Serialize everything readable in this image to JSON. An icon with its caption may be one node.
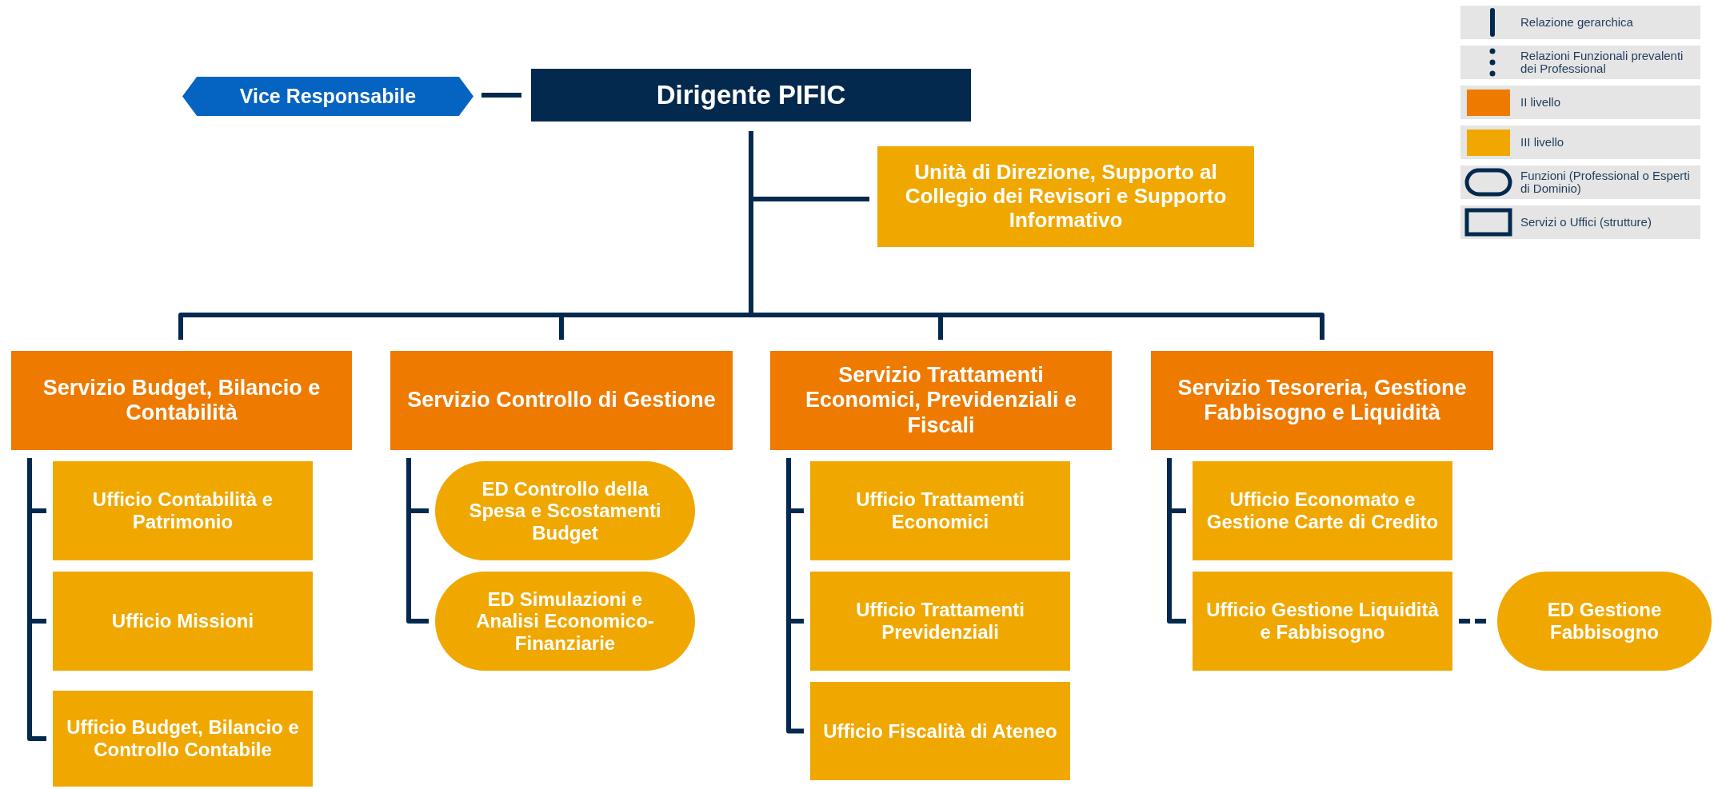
{
  "diagram": {
    "nodes": [
      {
        "text": [
          "Vice Responsabile"
        ]
      },
      {
        "text": [
          "Dirigente PIFIC"
        ]
      },
      {
        "text": [
          "Unità di Direzione, Supporto al Collegio dei Revisori e Supporto Informativo"
        ]
      },
      {
        "text": [
          "Servizio Budget, Bilancio e Contabilità"
        ]
      },
      {
        "text": [
          "Servizio Controllo di Gestione"
        ]
      },
      {
        "text": [
          "Servizio Trattamenti Economici, Previdenziali e Fiscali"
        ]
      },
      {
        "text": [
          "Servizio Tesoreria, Gestione Fabbisogno e Liquidità"
        ]
      },
      {
        "text": [
          "Ufficio Contabilità e Patrimonio"
        ]
      },
      {
        "text": [
          "Ufficio Missioni"
        ]
      },
      {
        "text": [
          "Ufficio Budget, Bilancio e Controllo Contabile"
        ]
      },
      {
        "text": [
          "ED Controllo della Spesa e Scostamenti Budget"
        ]
      },
      {
        "text": [
          "ED Simulazioni e Analisi Economico-Finanziarie"
        ]
      },
      {
        "text": [
          "Ufficio Trattamenti Economici"
        ]
      },
      {
        "text": [
          "Ufficio Trattamenti Previdenziali"
        ]
      },
      {
        "text": [
          "Ufficio Fiscalità di Ateneo"
        ]
      },
      {
        "text": [
          "Ufficio Economato e Gestione Carte di Credito"
        ]
      },
      {
        "text": [
          "Ufficio Gestione Liquidità e Fabbisogno"
        ]
      },
      {
        "text": [
          "ED Gestione Fabbisogno"
        ]
      }
    ],
    "edges": [
      {
        "from": 1,
        "to": 0,
        "arrow": "none"
      },
      {
        "from": 1,
        "to": 2,
        "arrow": "none"
      },
      {
        "from": 1,
        "to": 3,
        "arrow": "none"
      },
      {
        "from": 1,
        "to": 4,
        "arrow": "none"
      },
      {
        "from": 1,
        "to": 5,
        "arrow": "none"
      },
      {
        "from": 1,
        "to": 6,
        "arrow": "none"
      },
      {
        "from": 3,
        "to": 7,
        "arrow": "none"
      },
      {
        "from": 3,
        "to": 8,
        "arrow": "none"
      },
      {
        "from": 3,
        "to": 9,
        "arrow": "none"
      },
      {
        "from": 4,
        "to": 10,
        "arrow": "none"
      },
      {
        "from": 4,
        "to": 11,
        "arrow": "none"
      },
      {
        "from": 5,
        "to": 12,
        "arrow": "none"
      },
      {
        "from": 5,
        "to": 13,
        "arrow": "none"
      },
      {
        "from": 5,
        "to": 14,
        "arrow": "none"
      },
      {
        "from": 6,
        "to": 15,
        "arrow": "none"
      },
      {
        "from": 6,
        "to": 16,
        "arrow": "none"
      },
      {
        "from": 16,
        "to": 17,
        "arrow": "none",
        "style": "dashed"
      }
    ],
    "legend": [
      {
        "text": "Relazione gerarchica"
      },
      {
        "text": "Relazioni Funzionali prevalenti dei Professional"
      },
      {
        "text": "II livello",
        "color": "#ee7a00"
      },
      {
        "text": "III livello",
        "color": "#f0a800"
      },
      {
        "text": "Funzioni (Professional o Esperti di Dominio)"
      },
      {
        "text": "Servizi o Uffici (strutture)"
      }
    ]
  }
}
